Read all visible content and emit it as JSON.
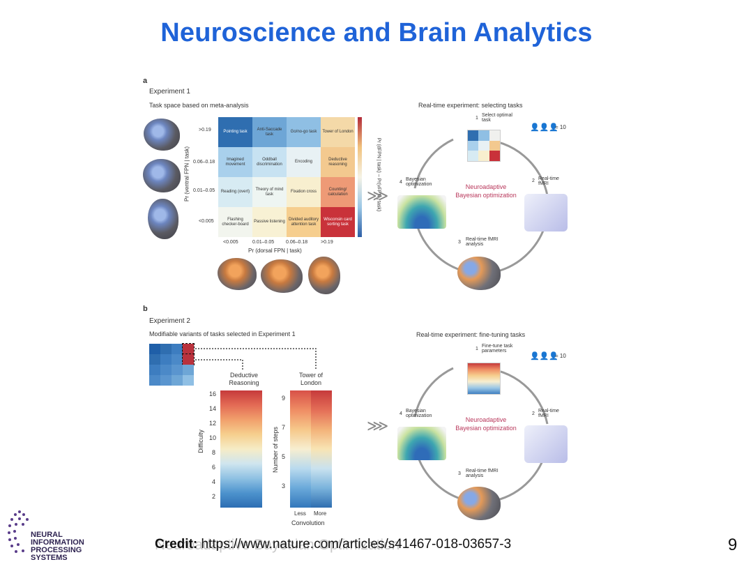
{
  "slide": {
    "title": "Neuroscience and Brain Analytics",
    "credit_label": "Credit:",
    "credit_url": "https://www.nature.com/articles/s41467-018-03657-3",
    "ghost_text": "Neuroadaptive Bayesian Optimization",
    "slide_number": "9",
    "logo_lines": [
      "NEURAL",
      "INFORMATION",
      "PROCESSING",
      "SYSTEMS"
    ]
  },
  "figure_a": {
    "panel": "a",
    "experiment": "Experiment 1",
    "subtitle": "Task space based on meta-analysis",
    "y_axis": "Pr (ventral FPN | task)",
    "x_axis": "Pr (dorsal FPN | task)",
    "colorbar_label": "Pr (dFPN | task) – Pr(vFPN | task)",
    "row_labels": [
      ">0.19",
      "0.06–0.18",
      "0.01–0.05",
      "<0.005"
    ],
    "col_labels": [
      "<0.005",
      "0.01–0.05",
      "0.06–0.18",
      ">0.19"
    ],
    "cells": [
      [
        "Pointing task",
        "Anti-Saccade task",
        "Go/no-go task",
        "Tower of London"
      ],
      [
        "Imagined movement",
        "Oddball discrimination",
        "Encoding",
        "Deductive reasoning"
      ],
      [
        "Reading (overt)",
        "Theory of mind task",
        "Fixation cross",
        "Counting/ calculation"
      ],
      [
        "Flashing checker-board",
        "Passive listening",
        "Divided auditory attention task",
        "Wisconsin card sorting task"
      ]
    ],
    "cell_colors": [
      [
        "#2f6eb0",
        "#6ea6d6",
        "#8fbfe4",
        "#f4d9a8"
      ],
      [
        "#a9d0ec",
        "#c7e2f2",
        "#e8f1f4",
        "#f3c98f"
      ],
      [
        "#d7ebf3",
        "#eef5f2",
        "#f8efcf",
        "#ee9a76"
      ],
      [
        "#f2f5ee",
        "#f8f1d4",
        "#f6ce8e",
        "#c9323a"
      ]
    ],
    "loop_title": "Real-time experiment: selecting tasks",
    "loop_steps": [
      {
        "num": "1",
        "label": "Select optimal task"
      },
      {
        "num": "2",
        "label": "Real-time fMRI"
      },
      {
        "num": "3",
        "label": "Real-time fMRI analysis"
      },
      {
        "num": "4",
        "label": "Bayesian optimization"
      }
    ],
    "center_label": "Neuroadaptive Bayesian optimization",
    "participants": "= 10"
  },
  "figure_b": {
    "panel": "b",
    "experiment": "Experiment 2",
    "subtitle": "Modifiable variants of tasks selected in Experiment 1",
    "heatmap1": {
      "title": "Deductive Reasoning",
      "ylabel": "Difficulty",
      "ticks": [
        "16",
        "14",
        "12",
        "10",
        "8",
        "6",
        "4",
        "2"
      ]
    },
    "heatmap2": {
      "title": "Tower of London",
      "ylabel": "Number of steps",
      "ticks": [
        "9",
        "7",
        "5",
        "3"
      ],
      "xticks": [
        "Less",
        "More"
      ],
      "xlabel": "Convolution"
    },
    "loop_title": "Real-time experiment: fine-tuning tasks",
    "loop_steps": [
      {
        "num": "1",
        "label": "Fine-tune task parameters"
      },
      {
        "num": "2",
        "label": "Real-time fMRI"
      },
      {
        "num": "3",
        "label": "Real-time fMRI analysis"
      },
      {
        "num": "4",
        "label": "Bayesian optimization"
      }
    ],
    "center_label": "Neuroadaptive Bayesian optimization",
    "participants": "= 10"
  }
}
